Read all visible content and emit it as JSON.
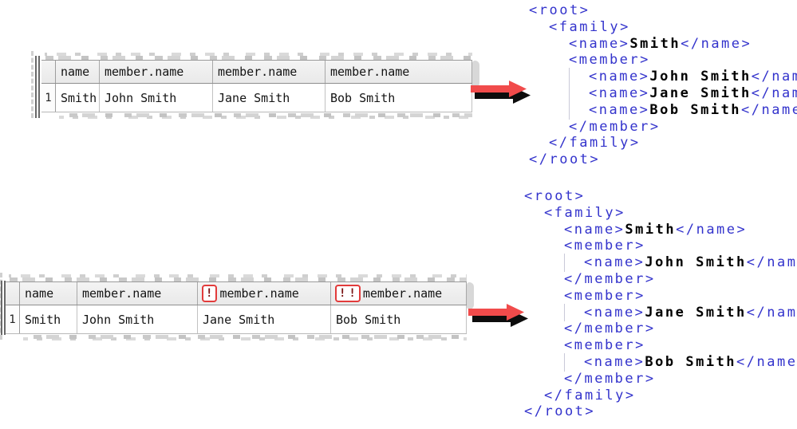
{
  "examples": [
    {
      "name": "single-member-mapping",
      "table": {
        "row_number": "1",
        "columns": [
          {
            "flag": "",
            "label": "name"
          },
          {
            "flag": "",
            "label": "member.name"
          },
          {
            "flag": "",
            "label": "member.name"
          },
          {
            "flag": "",
            "label": "member.name"
          }
        ],
        "row": [
          "Smith",
          "John Smith",
          "Jane Smith",
          "Bob Smith"
        ]
      },
      "xml": [
        {
          "indent": 0,
          "guide": false,
          "segs": [
            [
              "tag",
              "<root>"
            ]
          ]
        },
        {
          "indent": 1,
          "guide": false,
          "segs": [
            [
              "tag",
              "<family>"
            ]
          ]
        },
        {
          "indent": 2,
          "guide": false,
          "segs": [
            [
              "tag",
              "<name>"
            ],
            [
              "val",
              "Smith"
            ],
            [
              "tag",
              "</name>"
            ]
          ]
        },
        {
          "indent": 2,
          "guide": false,
          "segs": [
            [
              "tag",
              "<member>"
            ]
          ]
        },
        {
          "indent": 3,
          "guide": true,
          "segs": [
            [
              "tag",
              "<name>"
            ],
            [
              "val",
              "John Smith"
            ],
            [
              "tag",
              "</name>"
            ]
          ]
        },
        {
          "indent": 3,
          "guide": true,
          "segs": [
            [
              "tag",
              "<name>"
            ],
            [
              "val",
              "Jane Smith"
            ],
            [
              "tag",
              "</name>"
            ]
          ]
        },
        {
          "indent": 3,
          "guide": true,
          "segs": [
            [
              "tag",
              "<name>"
            ],
            [
              "val",
              "Bob Smith"
            ],
            [
              "tag",
              "</name>"
            ]
          ]
        },
        {
          "indent": 2,
          "guide": false,
          "segs": [
            [
              "tag",
              "</member>"
            ]
          ]
        },
        {
          "indent": 1,
          "guide": false,
          "segs": [
            [
              "tag",
              "</family>"
            ]
          ]
        },
        {
          "indent": 0,
          "guide": false,
          "segs": [
            [
              "tag",
              "</root>"
            ]
          ]
        }
      ]
    },
    {
      "name": "repeated-member-mapping",
      "table": {
        "row_number": "1",
        "columns": [
          {
            "flag": "",
            "label": "name"
          },
          {
            "flag": "",
            "label": "member.name"
          },
          {
            "flag": "!",
            "label": "member.name"
          },
          {
            "flag": "!!",
            "label": "member.name"
          }
        ],
        "row": [
          "Smith",
          "John Smith",
          "Jane Smith",
          "Bob Smith"
        ]
      },
      "xml": [
        {
          "indent": 0,
          "guide": false,
          "segs": [
            [
              "tag",
              "<root>"
            ]
          ]
        },
        {
          "indent": 1,
          "guide": false,
          "segs": [
            [
              "tag",
              "<family>"
            ]
          ]
        },
        {
          "indent": 2,
          "guide": false,
          "segs": [
            [
              "tag",
              "<name>"
            ],
            [
              "val",
              "Smith"
            ],
            [
              "tag",
              "</name>"
            ]
          ]
        },
        {
          "indent": 2,
          "guide": false,
          "segs": [
            [
              "tag",
              "<member>"
            ]
          ]
        },
        {
          "indent": 3,
          "guide": true,
          "segs": [
            [
              "tag",
              "<name>"
            ],
            [
              "val",
              "John Smith"
            ],
            [
              "tag",
              "</name>"
            ]
          ]
        },
        {
          "indent": 2,
          "guide": false,
          "segs": [
            [
              "tag",
              "</member>"
            ]
          ]
        },
        {
          "indent": 2,
          "guide": false,
          "segs": [
            [
              "tag",
              "<member>"
            ]
          ]
        },
        {
          "indent": 3,
          "guide": true,
          "segs": [
            [
              "tag",
              "<name>"
            ],
            [
              "val",
              "Jane Smith"
            ],
            [
              "tag",
              "</name>"
            ]
          ]
        },
        {
          "indent": 2,
          "guide": false,
          "segs": [
            [
              "tag",
              "</member>"
            ]
          ]
        },
        {
          "indent": 2,
          "guide": false,
          "segs": [
            [
              "tag",
              "<member>"
            ]
          ]
        },
        {
          "indent": 3,
          "guide": true,
          "segs": [
            [
              "tag",
              "<name>"
            ],
            [
              "val",
              "Bob Smith"
            ],
            [
              "tag",
              "</name>"
            ]
          ]
        },
        {
          "indent": 2,
          "guide": false,
          "segs": [
            [
              "tag",
              "</member>"
            ]
          ]
        },
        {
          "indent": 1,
          "guide": false,
          "segs": [
            [
              "tag",
              "</family>"
            ]
          ]
        },
        {
          "indent": 0,
          "guide": false,
          "segs": [
            [
              "tag",
              "</root>"
            ]
          ]
        }
      ]
    }
  ],
  "colors": {
    "tag_blue": "#3333cc",
    "value_black": "#000000",
    "arrow_red": "#f14b4b",
    "arrow_shadow": "#0d0d0d",
    "flag_box_red": "#e23b3b",
    "flag_text_red": "#7a1212"
  }
}
